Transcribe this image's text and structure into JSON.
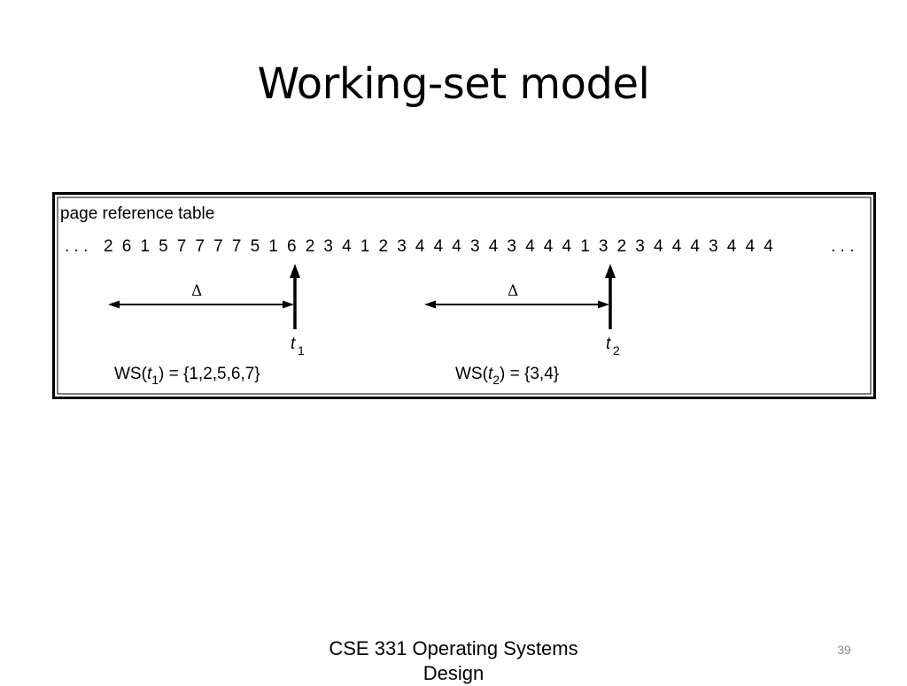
{
  "slide": {
    "title": "Working-set model",
    "footer": "CSE 331 Operating Systems Design",
    "page_number": "39"
  },
  "figure": {
    "table_label": "page reference table",
    "leading_ellipsis": ". . .",
    "trailing_ellipsis": ". . .",
    "reference_string": [
      2,
      6,
      1,
      5,
      7,
      7,
      7,
      7,
      5,
      1,
      6,
      2,
      3,
      4,
      1,
      2,
      3,
      4,
      4,
      4,
      3,
      4,
      3,
      4,
      4,
      4,
      1,
      3,
      2,
      3,
      4,
      4,
      4,
      3,
      4,
      4,
      4
    ],
    "delta_symbol": "Δ",
    "windows": [
      {
        "time_label": "t",
        "time_subscript": "1",
        "ws_prefix": "WS(",
        "ws_time": "t",
        "ws_subscript": "1",
        "ws_suffix": ") = {1,2,5,6,7}"
      },
      {
        "time_label": "t",
        "time_subscript": "2",
        "ws_prefix": "WS(",
        "ws_time": "t",
        "ws_subscript": "2",
        "ws_suffix": ") = {3,4}"
      }
    ]
  }
}
